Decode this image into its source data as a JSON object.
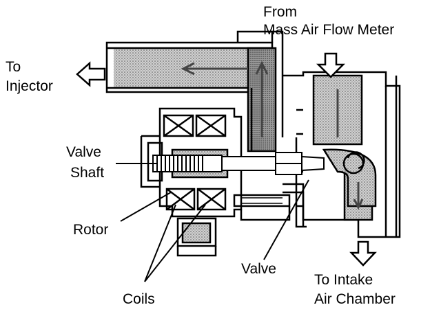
{
  "labels": {
    "from_line1": "From",
    "from_line2": "Mass Air Flow Meter",
    "to_injector_line1": "To",
    "to_injector_line2": "Injector",
    "valve_shaft_line1": "Valve",
    "valve_shaft_line2": "Shaft",
    "rotor": "Rotor",
    "coils": "Coils",
    "valve": "Valve",
    "intake_line1": "To Intake",
    "intake_line2": "Air Chamber"
  },
  "colors": {
    "ink": "#000000",
    "fill_gray": "#bdbdbd",
    "flow_gray": "#8c8c8c",
    "background": "#ffffff"
  }
}
